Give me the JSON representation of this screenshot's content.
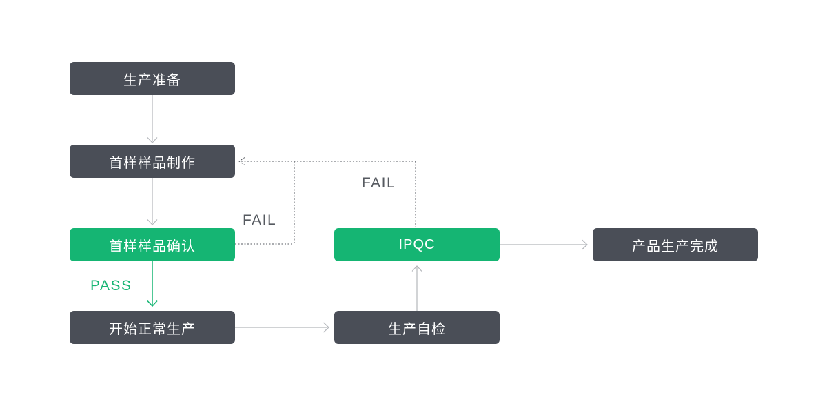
{
  "colors": {
    "node_dark": "#4a4e57",
    "node_green": "#15b573",
    "arrow_gray": "#b3b6bb",
    "arrow_green": "#15b573",
    "dashed_line": "#565a60",
    "fail_label": "#565a60",
    "pass_label": "#15b573",
    "node_text": "#ffffff",
    "background": "#ffffff"
  },
  "nodes": {
    "prep": {
      "label": "生产准备"
    },
    "sample_make": {
      "label": "首样样品制作"
    },
    "sample_confirm": {
      "label": "首样样品确认"
    },
    "start_production": {
      "label": "开始正常生产"
    },
    "self_check": {
      "label": "生产自检"
    },
    "ipqc": {
      "label": "IPQC"
    },
    "complete": {
      "label": "产品生产完成"
    }
  },
  "edge_labels": {
    "pass": "PASS",
    "fail_first_sample": "FAIL",
    "fail_ipqc": "FAIL"
  }
}
